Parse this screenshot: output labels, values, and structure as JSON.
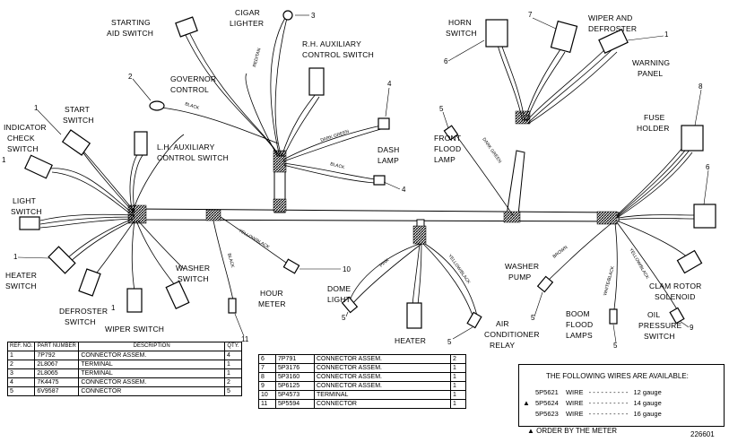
{
  "labels": {
    "starting_aid_switch": [
      "STARTING",
      "AID SWITCH"
    ],
    "cigar_lighter": [
      "CIGAR",
      "LIGHTER"
    ],
    "rh_aux_control_switch": [
      "R.H. AUXILIARY",
      "CONTROL SWITCH"
    ],
    "governor_control": [
      "GOVERNOR",
      "CONTROL"
    ],
    "lh_aux_control_switch": [
      "L.H. AUXILIARY",
      "CONTROL SWITCH"
    ],
    "start_switch": [
      "START",
      "SWITCH"
    ],
    "indicator_check_switch": [
      "INDICATOR",
      "CHECK",
      "SWITCH"
    ],
    "light_switch": [
      "LIGHT",
      "SWITCH"
    ],
    "heater_switch": [
      "HEATER",
      "SWITCH"
    ],
    "defroster_switch": [
      "DEFROSTER",
      "SWITCH"
    ],
    "wiper_switch": "WIPER SWITCH",
    "washer_switch": [
      "WASHER",
      "SWITCH"
    ],
    "hour_meter": [
      "HOUR",
      "METER"
    ],
    "dash_lamp": [
      "DASH",
      "LAMP"
    ],
    "front_flood_lamp": [
      "FRONT",
      "FLOOD",
      "LAMP"
    ],
    "horn_switch": [
      "HORN",
      "SWITCH"
    ],
    "wiper_and_defroster": [
      "WIPER AND",
      "DEFROSTER"
    ],
    "warning_panel": [
      "WARNING",
      "PANEL"
    ],
    "fuse_holder": [
      "FUSE",
      "HOLDER"
    ],
    "dome_light": [
      "DOME",
      "LIGHT"
    ],
    "heater": "HEATER",
    "air_conditioner_relay": [
      "AIR",
      "CONDITIONER",
      "RELAY"
    ],
    "washer_pump": [
      "WASHER",
      "PUMP"
    ],
    "boom_flood_lamps": [
      "BOOM",
      "FLOOD",
      "LAMPS"
    ],
    "oil_pressure_switch": [
      "OIL",
      "PRESSURE",
      "SWITCH"
    ],
    "clam_rotor_solenoid": [
      "CLAM ROTOR",
      "SOLENOID"
    ]
  },
  "wire_colors": {
    "red_tan": "RED/TAN",
    "black_gov": "BLACK",
    "dark_green": "DARK GREEN",
    "black_dash": "BLACK",
    "dark_green_front": "DARK GREEN",
    "yellow_black": "YELLOW/BLACK",
    "black_hour": "BLACK",
    "pink": "PINK",
    "yellow_black_ac": "YELLOW/BLACK",
    "brown": "BROWN",
    "white_black": "WHITE/BLACK",
    "yellow_black_right": "YELLOW/BLACK"
  },
  "callouts": {
    "c_cigar": "3",
    "c_gov": "2",
    "c_start": "1",
    "c_indicator": "1",
    "c_heater": "1",
    "c_defroster": "1",
    "c_dash_top": "4",
    "c_dash_bottom": "4",
    "c_hour": "11",
    "c_10": "10",
    "c_front": "5",
    "c_horn": "6",
    "c_wiperdef": "7",
    "c_warning": "1",
    "c_fuse": "8",
    "c_right6": "6",
    "c_dome": "5",
    "c_ac": "5",
    "c_washer": "5",
    "c_boom": "5",
    "c_oil": "9"
  },
  "table_left": {
    "headers": [
      "REF. NO.",
      "PART NUMBER",
      "DESCRIPTION",
      "QTY."
    ],
    "rows": [
      [
        "1",
        "7P792",
        "CONNECTOR ASSEM.",
        "4"
      ],
      [
        "2",
        "2L8067",
        "TERMINAL",
        "1"
      ],
      [
        "3",
        "2L8065",
        "TERMINAL",
        "1"
      ],
      [
        "4",
        "7K4475",
        "CONNECTOR ASSEM.",
        "2"
      ],
      [
        "5",
        "6V9587",
        "CONNECTOR",
        "5"
      ]
    ]
  },
  "table_mid": {
    "rows": [
      [
        "6",
        "7P791",
        "CONNECTOR ASSEM.",
        "2"
      ],
      [
        "7",
        "5P3176",
        "CONNECTOR ASSEM.",
        "1"
      ],
      [
        "8",
        "5P3160",
        "CONNECTOR ASSEM.",
        "1"
      ],
      [
        "9",
        "5P6125",
        "CONNECTOR ASSEM.",
        "1"
      ],
      [
        "10",
        "5P4573",
        "TERMINAL",
        "1"
      ],
      [
        "11",
        "5P5594",
        "CONNECTOR",
        "1"
      ]
    ]
  },
  "available": {
    "header": "THE FOLLOWING WIRES ARE AVAILABLE:",
    "marker": "▲",
    "rows": [
      {
        "part": "5P5621",
        "label": "WIRE",
        "gauge": "12 gauge"
      },
      {
        "part": "5P5624",
        "label": "WIRE",
        "gauge": "14 gauge"
      },
      {
        "part": "5P5623",
        "label": "WIRE",
        "gauge": "16 gauge"
      }
    ],
    "footnote": "▲ ORDER BY THE METER"
  },
  "figure_number": "226601"
}
